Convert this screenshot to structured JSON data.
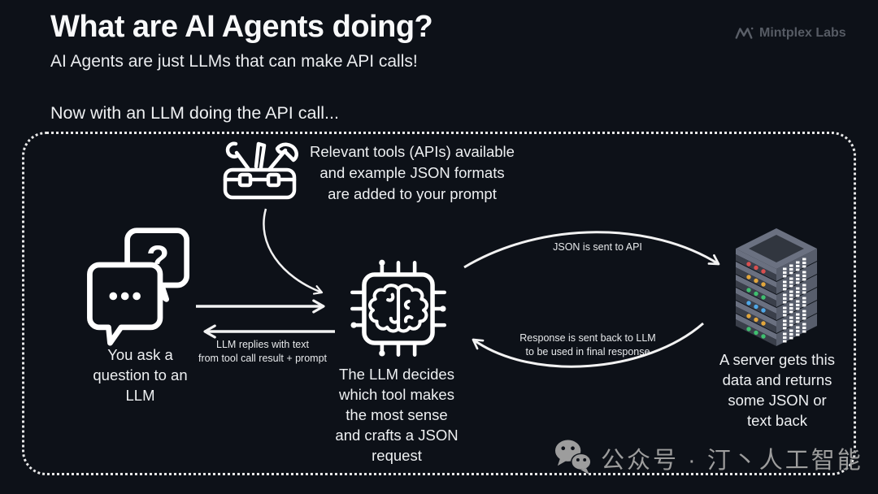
{
  "page": {
    "background": "#0d1118",
    "text_color": "#f2f4f6",
    "brand_color": "#565b64",
    "watermark_color": "#9d9d9d",
    "border_color": "#e8e8e8"
  },
  "header": {
    "title": "What are AI Agents doing?",
    "subtitle": "AI Agents are just LLMs that can make API calls!",
    "brand": "Mintplex Labs"
  },
  "intro": {
    "label": "Now with an LLM doing the API call..."
  },
  "flow": {
    "tools_note": "Relevant tools (APIs) available\nand example JSON formats\nare added to your prompt",
    "user": {
      "bubble_symbol": "?",
      "caption": "You ask a\nquestion to an\nLLM"
    },
    "llm": {
      "caption": "The LLM decides\nwhich tool makes\nthe most sense\nand crafts a JSON\nrequest"
    },
    "server": {
      "caption": "A server gets this\ndata and returns\nsome JSON or\ntext back",
      "led_colors": [
        "#d94f4f",
        "#e2a63c",
        "#3fbf6f",
        "#4fa8e8",
        "#e2a63c",
        "#3fbf6f"
      ]
    },
    "arrows": {
      "json_to_api": "JSON is sent to API",
      "response_back": "Response is sent back to LLM\nto be used in final response",
      "llm_replies": "LLM replies with text\nfrom tool call result + prompt"
    },
    "icons": {
      "user": "chat-bubbles-icon",
      "tools": "toolbox-icon",
      "llm": "chip-brain-icon",
      "server": "server-rack-icon",
      "brand": "mintplex-logo-icon",
      "watermark": "wechat-icon"
    }
  },
  "watermark": {
    "text": "公众号 · 汀丶人工智能"
  }
}
